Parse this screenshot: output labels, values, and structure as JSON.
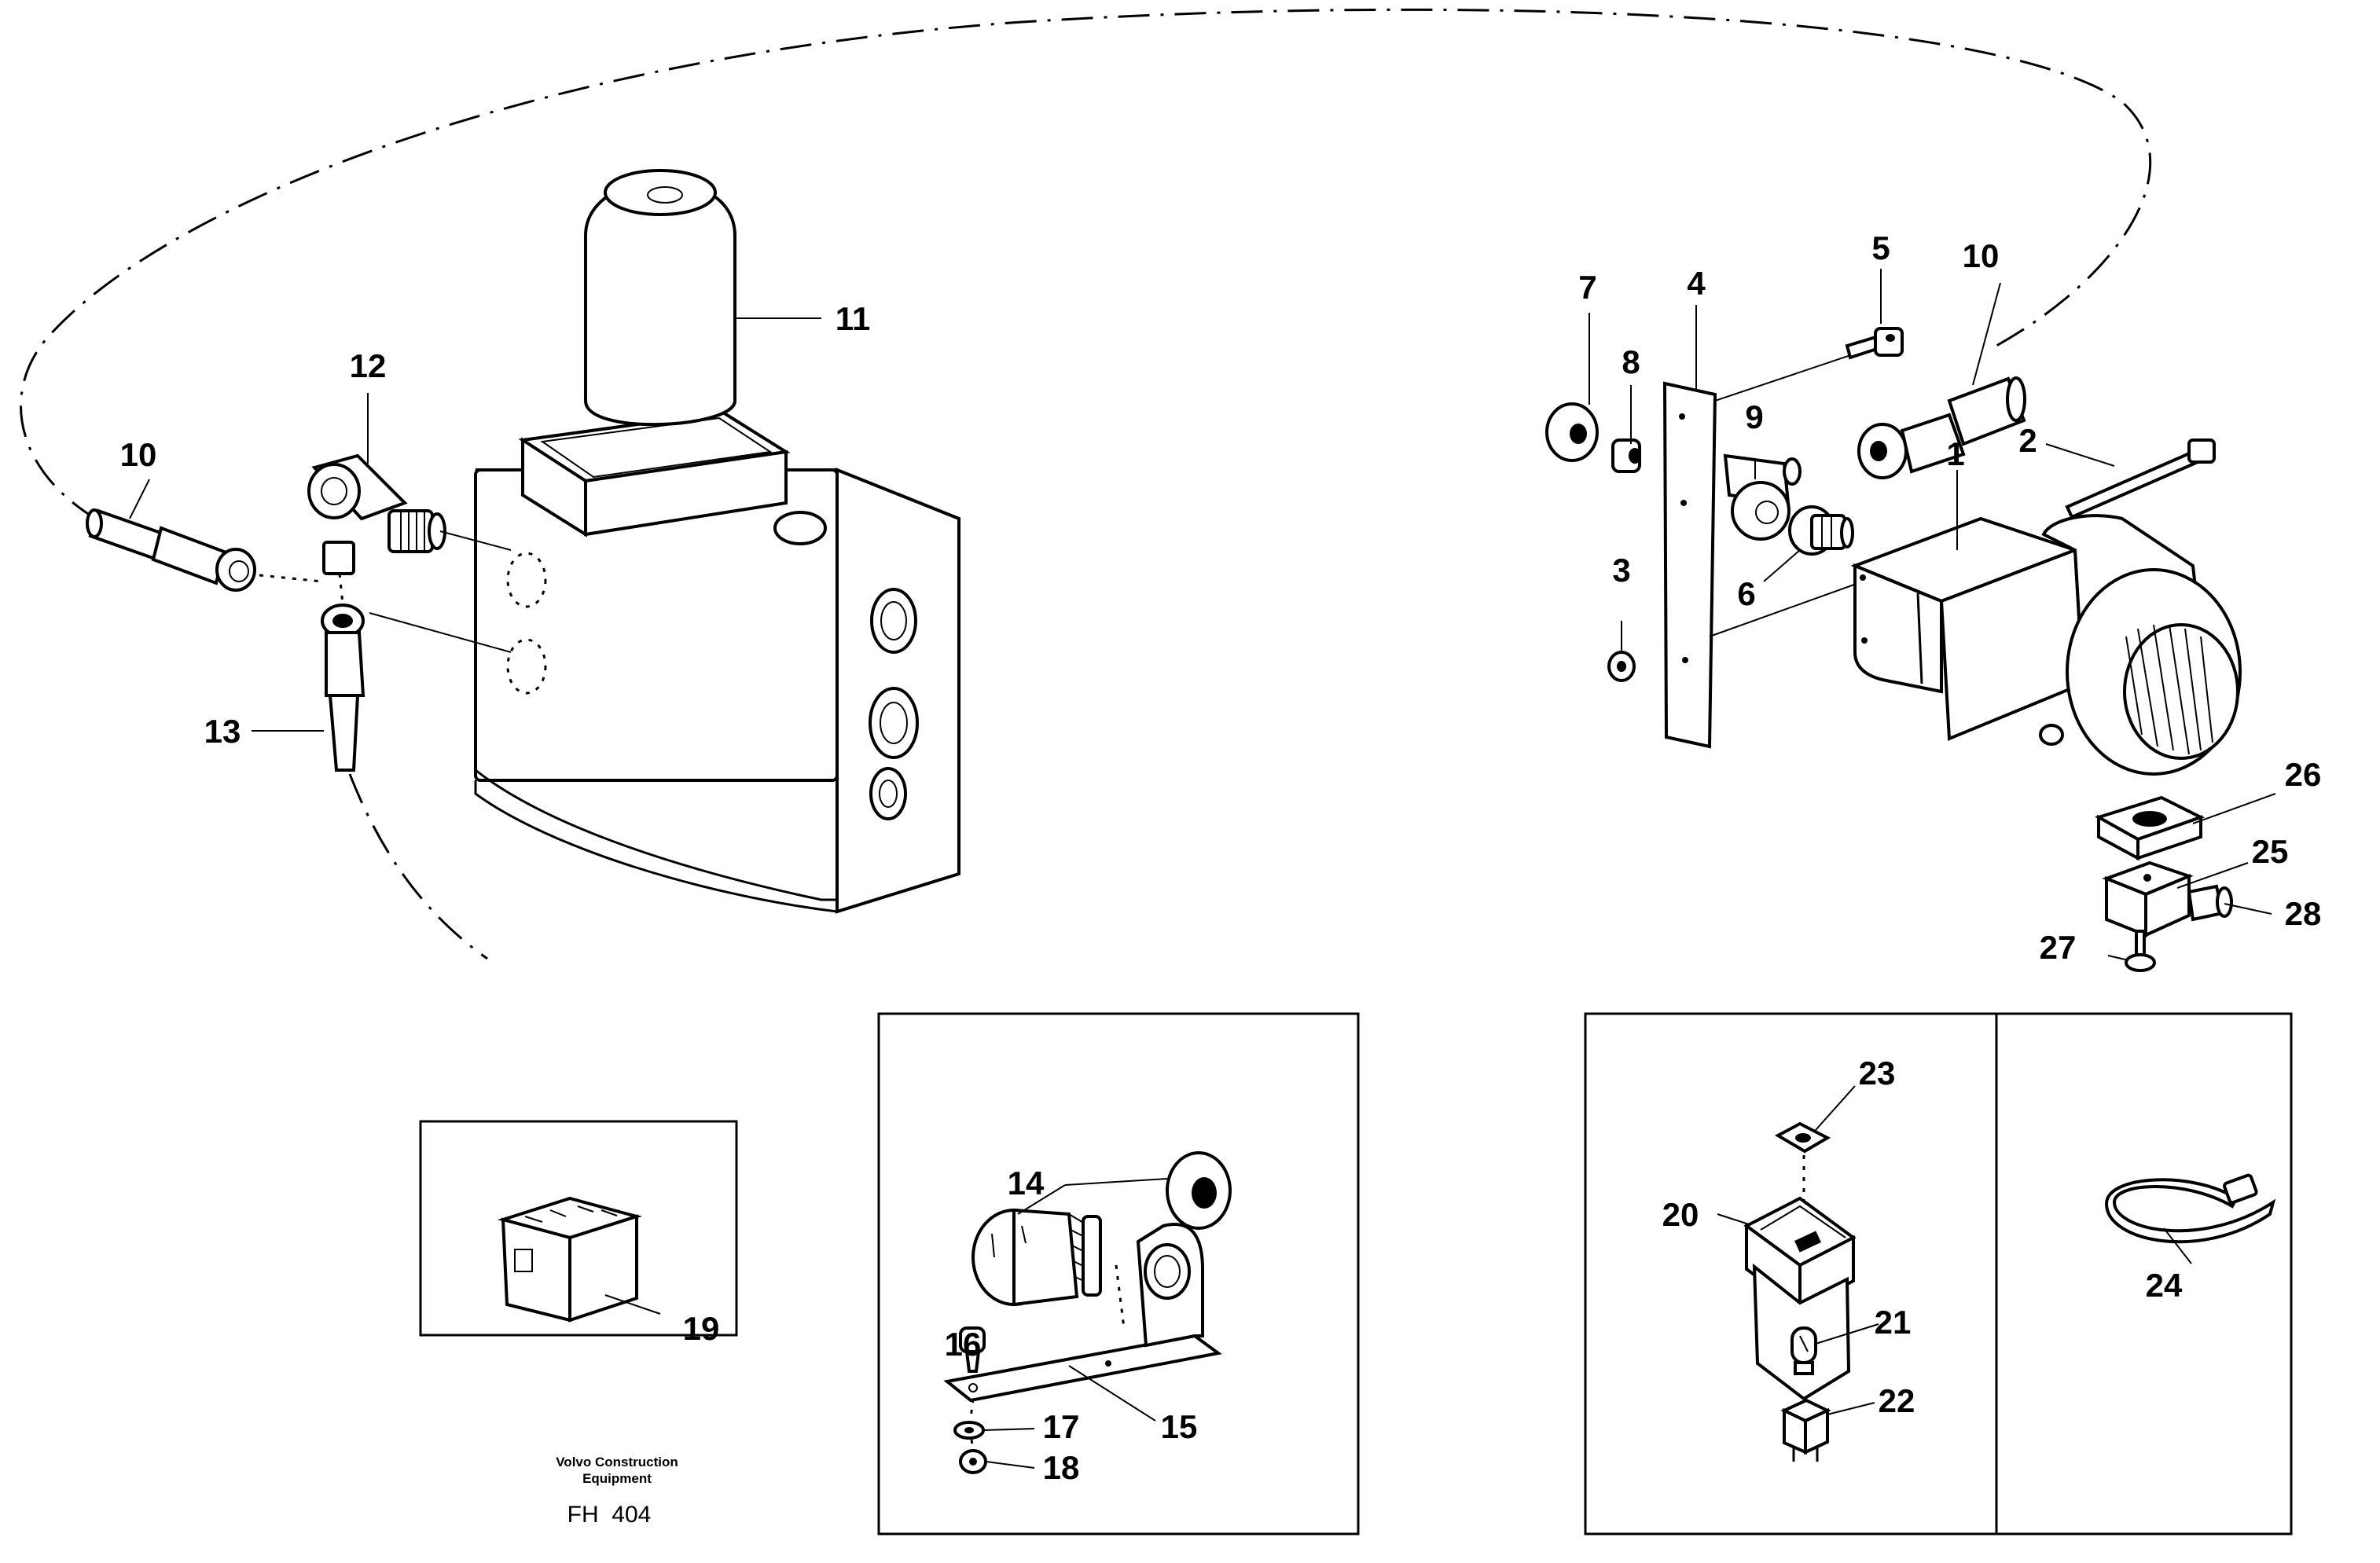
{
  "labels": {
    "p1": "1",
    "p2": "2",
    "p3": "3",
    "p4": "4",
    "p5": "5",
    "p6": "6",
    "p7": "7",
    "p8": "8",
    "p9": "9",
    "p10a": "10",
    "p10b": "10",
    "p11": "11",
    "p12": "12",
    "p13": "13",
    "p14": "14",
    "p15": "15",
    "p16": "16",
    "p17": "17",
    "p18": "18",
    "p19": "19",
    "p20": "20",
    "p21": "21",
    "p22": "22",
    "p23": "23",
    "p24": "24",
    "p25": "25",
    "p26": "26",
    "p27": "27",
    "p28": "28"
  },
  "footer": {
    "maker_line1": "Volvo Construction",
    "maker_line2": "Equipment",
    "code": "FH  404"
  }
}
